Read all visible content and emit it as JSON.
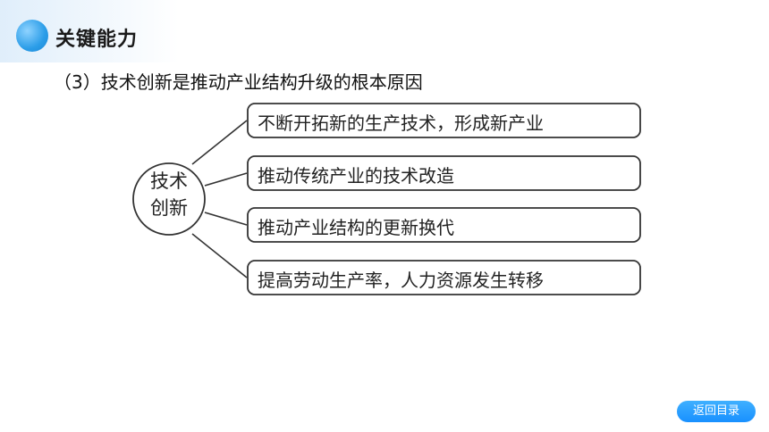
{
  "header": {
    "title": "关键能力"
  },
  "subtitle": "（3）技术创新是推动产业结构升级的根本原因",
  "diagram": {
    "center_line1": "技术",
    "center_line2": "创新",
    "branches": [
      "不断开拓新的生产技术，形成新产业",
      "推动传统产业的技术改造",
      "推动产业结构的更新换代",
      "提高劳动生产率，人力资源发生转移"
    ]
  },
  "footer": {
    "back_label": "返回目录"
  }
}
